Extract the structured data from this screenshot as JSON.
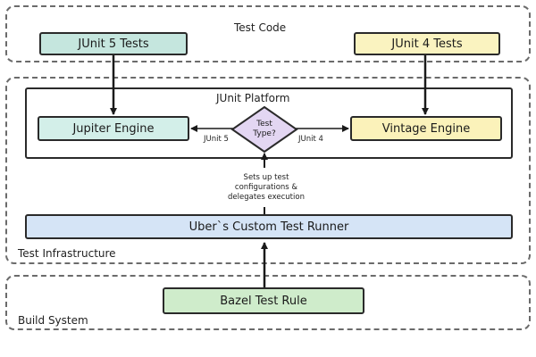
{
  "groups": {
    "test_code": "Test Code",
    "test_infrastructure": "Test Infrastructure",
    "build_system": "Build System"
  },
  "nodes": {
    "junit5_tests": "JUnit 5 Tests",
    "junit4_tests": "JUnit 4 Tests",
    "junit_platform": "JUnit Platform",
    "jupiter_engine": "Jupiter Engine",
    "vintage_engine": "Vintage Engine",
    "decision_line1": "Test",
    "decision_line2": "Type?",
    "custom_runner": "Uber`s Custom Test Runner",
    "bazel_rule": "Bazel Test Rule"
  },
  "edge_labels": {
    "junit5": "JUnit 5",
    "junit4": "JUnit 4",
    "setup_line1": "Sets up test",
    "setup_line2": "configurations &",
    "setup_line3": "delegates execution"
  },
  "colors": {
    "junit5_fill": "#c5e6de",
    "junit4_fill": "#faf3c0",
    "jupiter_fill": "#d3efe9",
    "vintage_fill": "#fbf2ba",
    "decision_fill": "#e3d6f2",
    "runner_fill": "#d5e4f6",
    "bazel_fill": "#cfeccb"
  }
}
